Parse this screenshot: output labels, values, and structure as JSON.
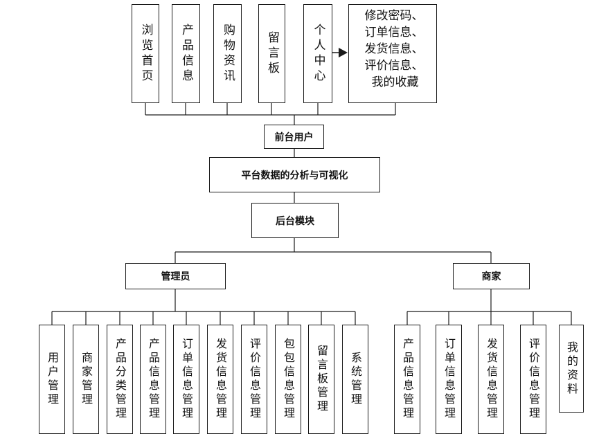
{
  "front": {
    "items": [
      "浏览首页",
      "产品信息",
      "购物资讯",
      "留言板",
      "个人中心"
    ],
    "personal_center_detail": [
      "修改密码、",
      "订单信息、",
      "发货信息、",
      "评价信息、",
      "我的收藏"
    ],
    "root_label": "前台用户"
  },
  "center": {
    "analysis_label": "平台数据的分析与可视化",
    "backend_label": "后台模块"
  },
  "admin": {
    "label": "管理员",
    "items": [
      "用户管理",
      "商家管理",
      "产品分类管理",
      "产品信息管理",
      "订单信息管理",
      "发货信息管理",
      "评价信息管理",
      "包包信息管理",
      "留言板管理",
      "系统管理"
    ]
  },
  "merchant": {
    "label": "商家",
    "items": [
      "产品信息管理",
      "订单信息管理",
      "发货信息管理",
      "评价信息管理",
      "我的资料"
    ]
  },
  "colors": {
    "stroke": "#1a1a1a",
    "background": "#ffffff"
  }
}
